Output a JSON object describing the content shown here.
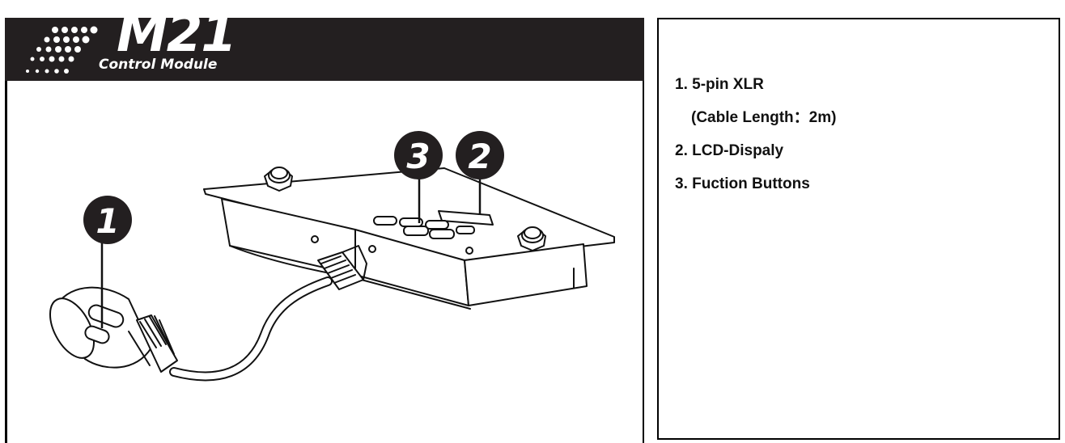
{
  "header": {
    "model": "M21",
    "subtitle": "Control Module",
    "logo_icon": "dot-matrix-icon"
  },
  "callouts": [
    {
      "number": "1",
      "target": "5-pin XLR connector"
    },
    {
      "number": "2",
      "target": "LCD display"
    },
    {
      "number": "3",
      "target": "function buttons"
    }
  ],
  "legend": {
    "item1": "1. 5-pin XLR",
    "item1_note": "(Cable Length：2m)",
    "item2": "2. LCD-Dispaly",
    "item3": "3. Fuction Buttons"
  },
  "colors": {
    "header_bg": "#231f20",
    "line": "#000000",
    "badge": "#231f20"
  }
}
